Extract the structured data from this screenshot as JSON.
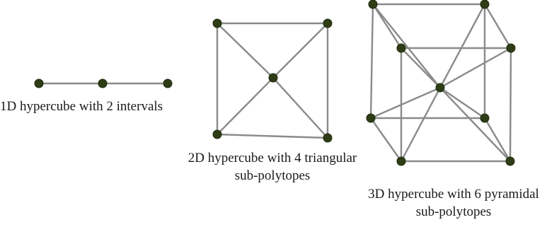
{
  "figure": {
    "captions": {
      "hypercube_1d": "1D hypercube with 2 intervals",
      "hypercube_2d": [
        "2D hypercube with 4 triangular",
        "sub-polytopes"
      ],
      "hypercube_3d": [
        "3D hypercube with 6 pyramidal",
        "sub-polytopes"
      ]
    },
    "colors": {
      "vertex": "#2f3d16",
      "edge": "#8a8a8a",
      "text": "#1a1a1a",
      "background": "#ffffff"
    }
  }
}
